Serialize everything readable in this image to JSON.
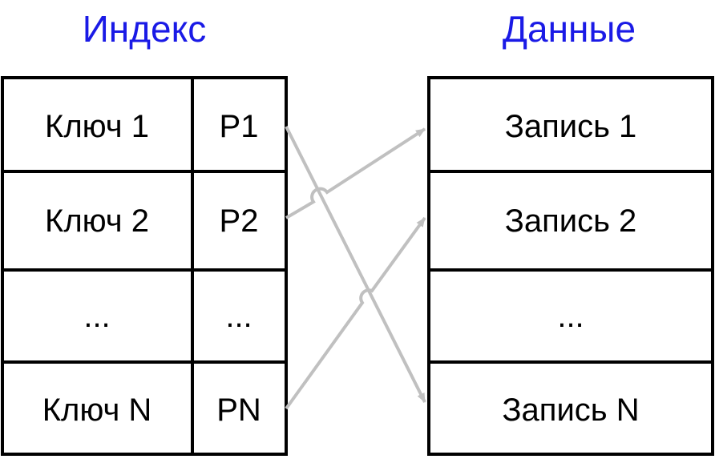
{
  "index": {
    "title": "Индекс",
    "rows": [
      {
        "key": "Ключ 1",
        "pointer": "P1"
      },
      {
        "key": "Ключ 2",
        "pointer": "P2"
      },
      {
        "key": "...",
        "pointer": "..."
      },
      {
        "key": "Ключ N",
        "pointer": "PN"
      }
    ]
  },
  "data": {
    "title": "Данные",
    "records": [
      "Запись 1",
      "Запись 2",
      "...",
      "Запись N"
    ]
  },
  "colors": {
    "title": "#1a1ae6",
    "border": "#000000",
    "arrow": "#c0c0c0"
  }
}
